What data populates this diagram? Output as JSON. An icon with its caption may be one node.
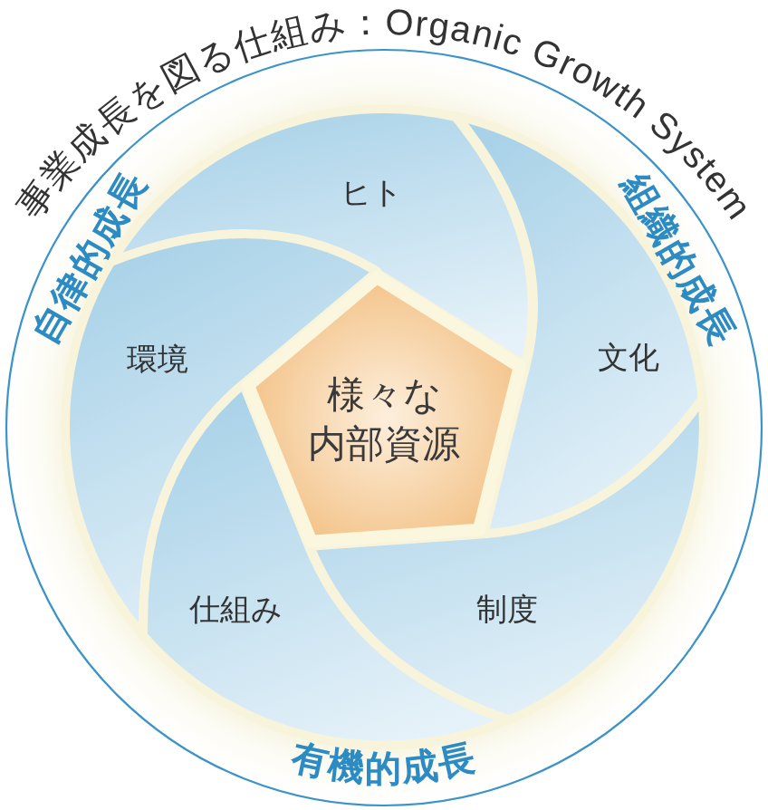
{
  "diagram": {
    "title": "事業成長を図る仕組み：Organic Growth System",
    "nodes": [
      {
        "text": [
          "自律的成長",
          "組織的成長",
          "有機的成長"
        ]
      },
      {
        "text": [
          "ヒト"
        ],
        "in": 0
      },
      {
        "text": [
          "環境"
        ],
        "in": 0
      },
      {
        "text": [
          "文化"
        ],
        "in": 0
      },
      {
        "text": [
          "様々な内部資源"
        ],
        "in": 0
      },
      {
        "text": [
          "仕組み"
        ],
        "in": 0
      },
      {
        "text": [
          "制度"
        ],
        "in": 0
      }
    ]
  }
}
